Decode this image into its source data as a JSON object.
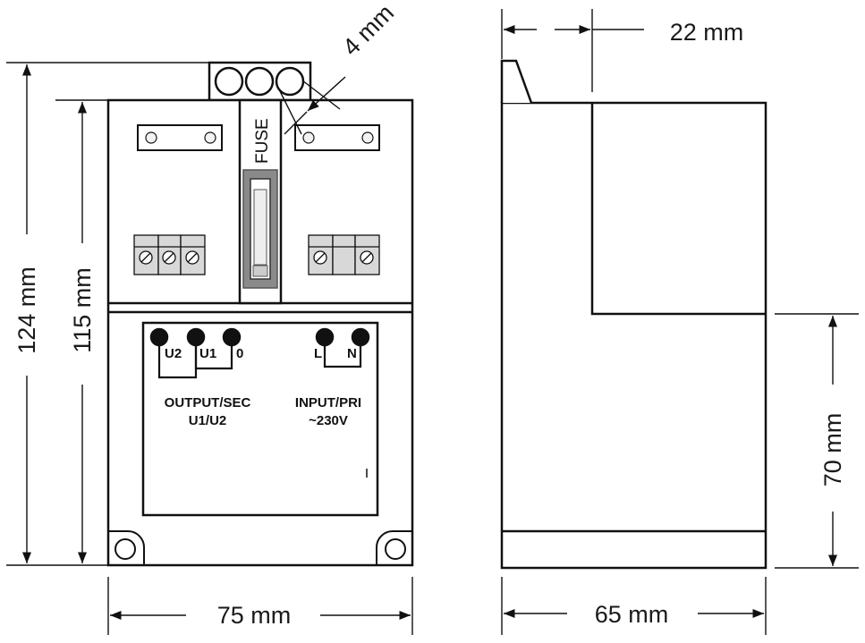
{
  "dimensions": {
    "width_front": "75 mm",
    "height_total": "124 mm",
    "height_body": "115 mm",
    "fuse_offset": "4 mm",
    "width_side_top": "22 mm",
    "depth_side": "65 mm",
    "height_lower": "70 mm"
  },
  "fuse_label": "FUSE",
  "terminals": {
    "output": [
      "U2",
      "U1",
      "0"
    ],
    "input": [
      "L",
      "N"
    ]
  },
  "output_label": {
    "line1": "OUTPUT/SEC",
    "line2": "U1/U2"
  },
  "input_label": {
    "line1": "INPUT/PRI",
    "line2": "~230V"
  },
  "colors": {
    "line": "#111111",
    "face": "#ffffff",
    "terminal_fill": "#d8d8d8",
    "fuse_frame": "#8a8a8a"
  }
}
